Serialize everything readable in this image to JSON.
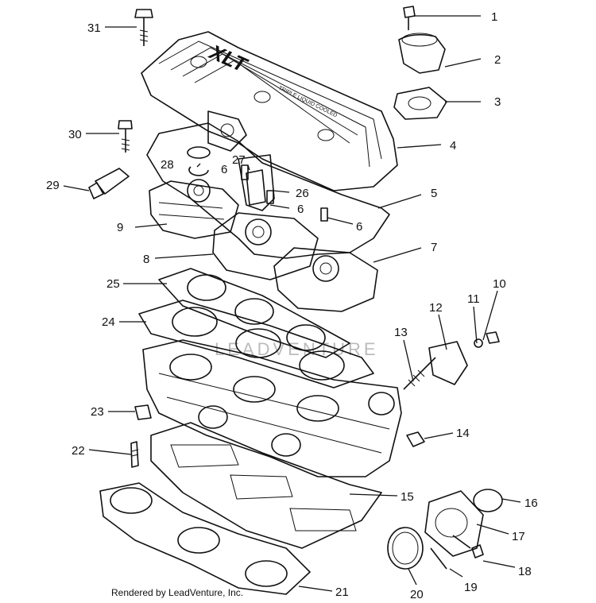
{
  "callouts": [
    {
      "num": "1"
    },
    {
      "num": "2"
    },
    {
      "num": "3"
    },
    {
      "num": "4"
    },
    {
      "num": "5"
    },
    {
      "num": "6"
    },
    {
      "num": "7"
    },
    {
      "num": "8"
    },
    {
      "num": "9"
    },
    {
      "num": "10"
    },
    {
      "num": "11"
    },
    {
      "num": "12"
    },
    {
      "num": "13"
    },
    {
      "num": "14"
    },
    {
      "num": "15"
    },
    {
      "num": "16"
    },
    {
      "num": "17"
    },
    {
      "num": "18"
    },
    {
      "num": "19"
    },
    {
      "num": "20"
    },
    {
      "num": "21"
    },
    {
      "num": "22"
    },
    {
      "num": "23"
    },
    {
      "num": "24"
    },
    {
      "num": "25"
    },
    {
      "num": "26"
    },
    {
      "num": "27"
    },
    {
      "num": "28"
    },
    {
      "num": "29"
    },
    {
      "num": "30"
    },
    {
      "num": "31"
    },
    {
      "num": "6"
    },
    {
      "num": "6"
    }
  ],
  "cover_logo": "XLT",
  "cover_text": "TRIPLE LIQUID COOLED",
  "watermark": "LEADVENTURE",
  "credit": "Rendered by LeadVenture, Inc."
}
